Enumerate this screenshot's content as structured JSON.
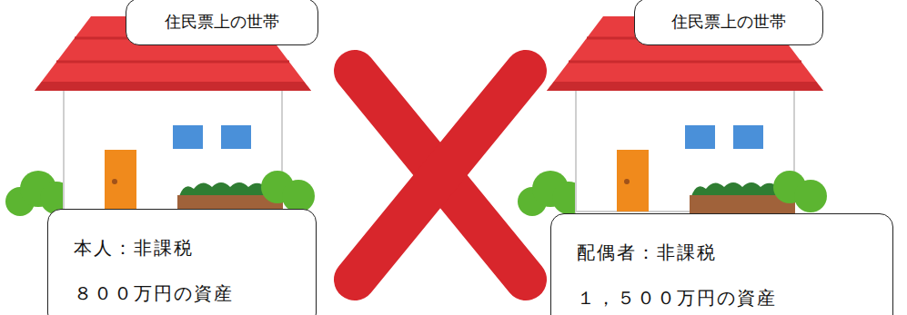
{
  "diagram": {
    "nodes": [
      {
        "text": [
          "住民票上の世帯"
        ]
      },
      {
        "text": [
          "本人：非課税",
          "８００万円の資産"
        ]
      },
      {
        "text": [
          "住民票上の世帯"
        ]
      },
      {
        "text": [
          "配偶者：非課税",
          "１，５００万円の資産"
        ]
      }
    ]
  }
}
